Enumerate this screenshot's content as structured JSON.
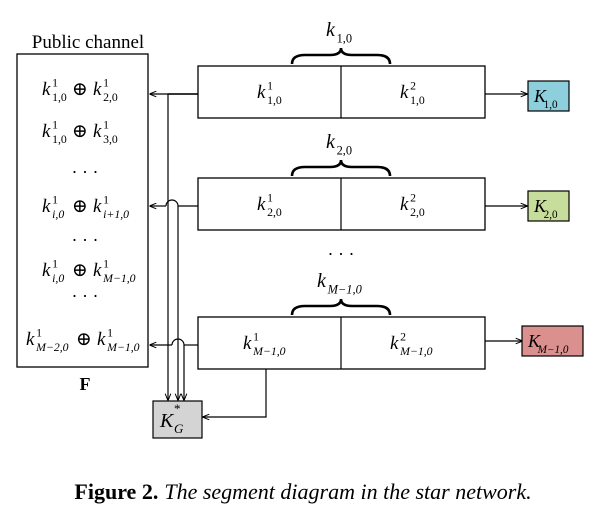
{
  "public_channel": {
    "label": "Public channel",
    "matrix_label": "F",
    "rows": [
      {
        "a_base": "k",
        "a_sup": "1",
        "a_sub": "1,0",
        "op": "⊕",
        "b_base": "k",
        "b_sup": "1",
        "b_sub": "2,0"
      },
      {
        "a_base": "k",
        "a_sup": "1",
        "a_sub": "1,0",
        "op": "⊕",
        "b_base": "k",
        "b_sup": "1",
        "b_sub": "3,0"
      },
      {
        "dots": "· · ·"
      },
      {
        "a_base": "k",
        "a_sup": "1",
        "a_sub": "i,0",
        "op": "⊕",
        "b_base": "k",
        "b_sup": "1",
        "b_sub": "i+1,0"
      },
      {
        "dots": "· · ·"
      },
      {
        "a_base": "k",
        "a_sup": "1",
        "a_sub": "i,0",
        "op": "⊕",
        "b_base": "k",
        "b_sup": "1",
        "b_sub": "M−1,0"
      },
      {
        "dots": "· · ·"
      },
      {
        "a_base": "k",
        "a_sup": "1",
        "a_sub": "M−2,0",
        "op": "⊕",
        "b_base": "k",
        "b_sup": "1",
        "b_sub": "M−1,0"
      }
    ]
  },
  "segments": [
    {
      "brace": {
        "base": "k",
        "sub": "1,0"
      },
      "left": {
        "base": "k",
        "sup": "1",
        "sub": "1,0"
      },
      "right": {
        "base": "k",
        "sup": "2",
        "sub": "1,0"
      },
      "output": {
        "base": "K",
        "sub": "1,0",
        "color": "#8ecfde"
      }
    },
    {
      "brace": {
        "base": "k",
        "sub": "2,0"
      },
      "left": {
        "base": "k",
        "sup": "1",
        "sub": "2,0"
      },
      "right": {
        "base": "k",
        "sup": "2",
        "sub": "2,0"
      },
      "output": {
        "base": "K",
        "sub": "2,0",
        "color": "#c7dd9b"
      }
    },
    {
      "brace": {
        "base": "k",
        "sub": "M−1,0"
      },
      "left": {
        "base": "k",
        "sup": "1",
        "sub": "M−1,0"
      },
      "right": {
        "base": "k",
        "sup": "2",
        "sub": "M−1,0"
      },
      "output": {
        "base": "K",
        "sub": "M−1,0",
        "color": "#d9908e"
      }
    }
  ],
  "between_dots": "· · ·",
  "group_key": {
    "base": "K",
    "sup": "*",
    "sub": "G",
    "color": "#d4d4d4"
  },
  "caption": {
    "prefix": "Figure 2.",
    "text": "The segment diagram in the star network."
  }
}
